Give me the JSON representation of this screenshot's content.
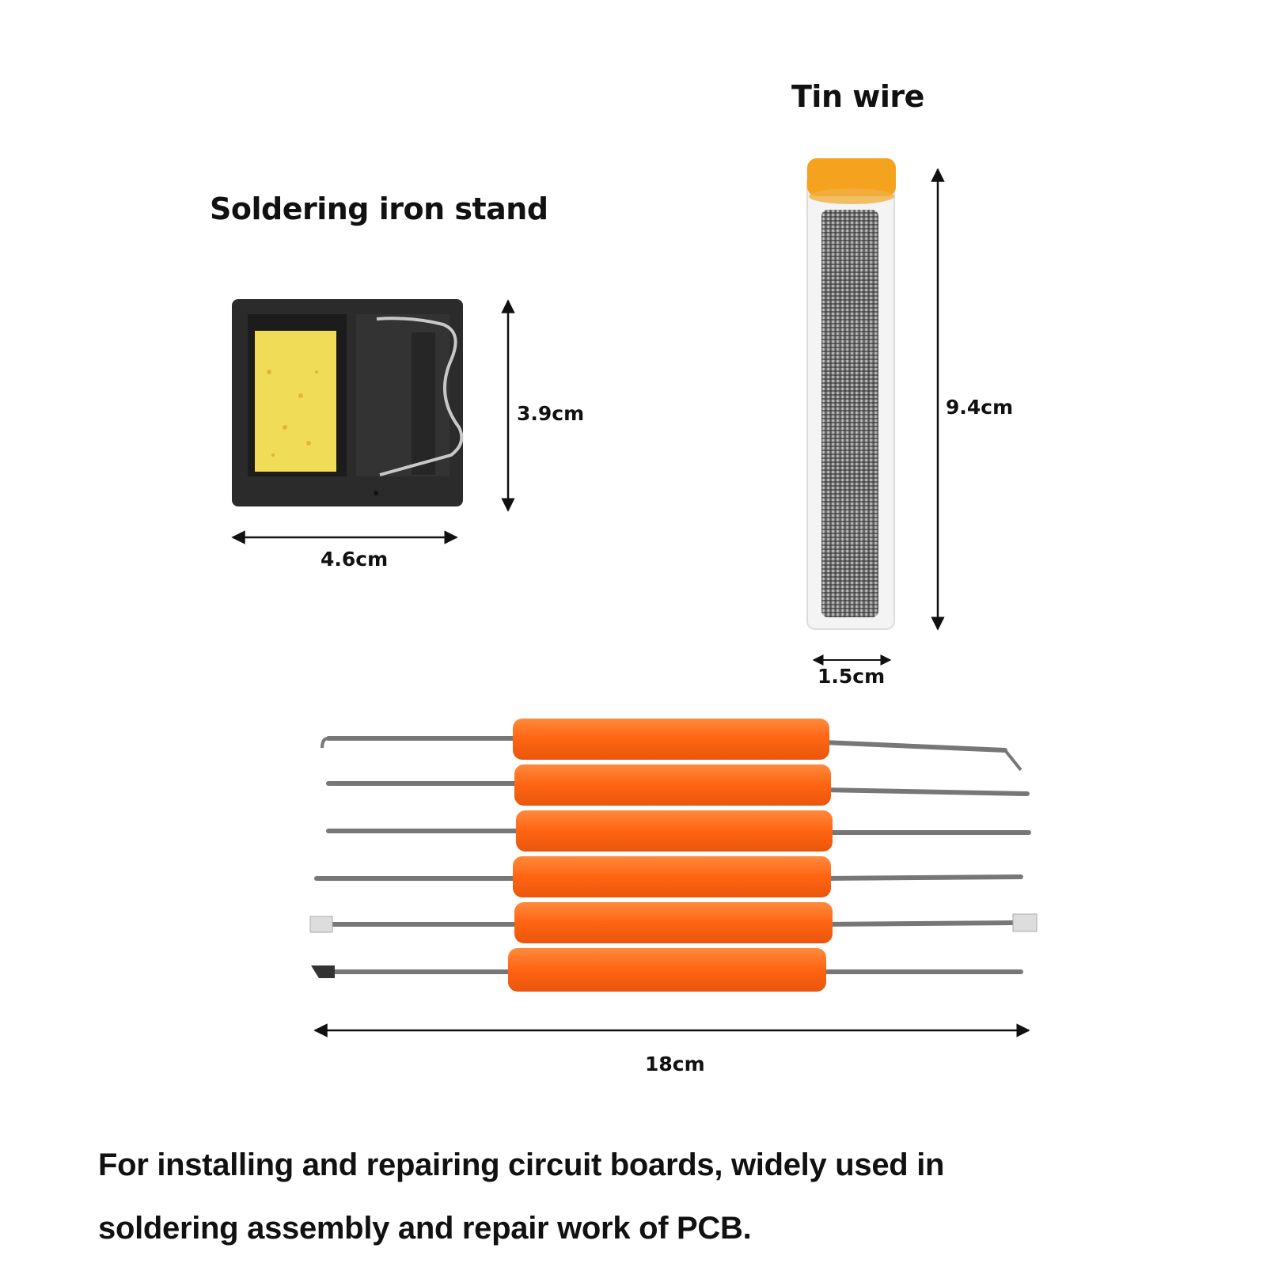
{
  "items": {
    "stand": {
      "title": "Soldering iron stand",
      "height_label": "3.9cm",
      "width_label": "4.6cm",
      "colors": {
        "body": "#2a2a2a",
        "sponge": "#f2e05a",
        "wire": "#bfbfbf"
      }
    },
    "tin_wire": {
      "title": "Tin wire",
      "height_label": "9.4cm",
      "width_label": "1.5cm",
      "colors": {
        "cap": "#f5a21e",
        "coil": "#8a8a8a",
        "tube": "#eeeeee"
      }
    },
    "tools": {
      "count": 6,
      "length_label": "18cm",
      "colors": {
        "handle": "#ff6a1a",
        "metal": "#7a7a7a"
      }
    }
  },
  "caption": {
    "line1": "For installing and repairing circuit boards, widely used in",
    "line2": "soldering assembly and repair work of PCB."
  }
}
